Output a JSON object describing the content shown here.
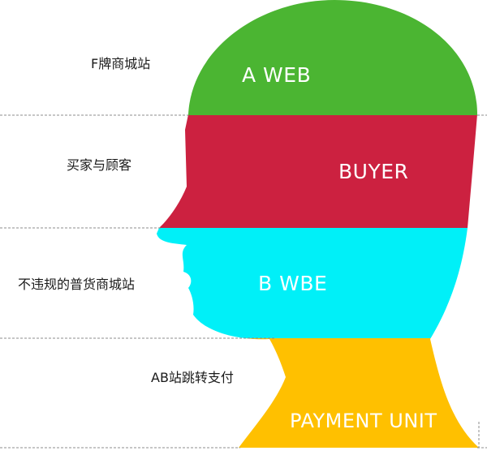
{
  "sections": [
    {
      "id": "top",
      "side_label": "F牌商城站",
      "band_label": "A WEB",
      "color": "#4bb532"
    },
    {
      "id": "second",
      "side_label": "买家与顾客",
      "band_label": "BUYER",
      "color": "#cc2140"
    },
    {
      "id": "third",
      "side_label": "不违规的普货商城站",
      "band_label": "B WBE",
      "color": "#00f0f8"
    },
    {
      "id": "bottom",
      "side_label": "AB站跳转支付",
      "band_label": "PAYMENT UNIT",
      "color": "#ffc000"
    }
  ],
  "divider_color": "#8c8c8c"
}
